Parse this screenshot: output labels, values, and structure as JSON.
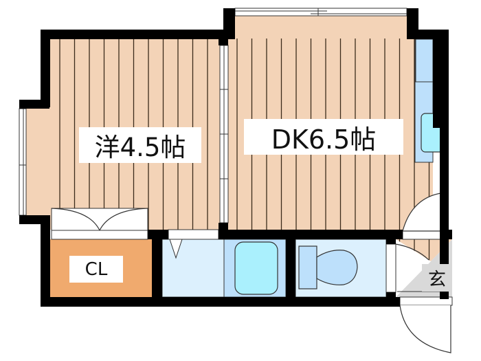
{
  "floor_plan": {
    "rooms": [
      {
        "id": "western",
        "label": "洋4.5帖",
        "type": "Western-style room",
        "size_jo": 4.5
      },
      {
        "id": "dk",
        "label": "DK6.5帖",
        "type": "Dining kitchen",
        "size_jo": 6.5
      },
      {
        "id": "closet",
        "label": "CL",
        "type": "Closet"
      },
      {
        "id": "entrance",
        "label": "玄",
        "type": "Entrance"
      },
      {
        "id": "washroom",
        "label": "",
        "type": "Wash area"
      },
      {
        "id": "bath",
        "label": "",
        "type": "Bathroom"
      },
      {
        "id": "toilet",
        "label": "",
        "type": "Toilet"
      },
      {
        "id": "kitchen",
        "label": "",
        "type": "Kitchen counter with sink"
      }
    ],
    "colors": {
      "wall": "#000000",
      "floor_wood": "#f3d3b7",
      "closet": "#f0aa6e",
      "wet_light": "#dcf0fd",
      "wet_mid": "#bde0fb",
      "fixture": "#aaf0fd",
      "entry": "#d9d9d9"
    }
  }
}
